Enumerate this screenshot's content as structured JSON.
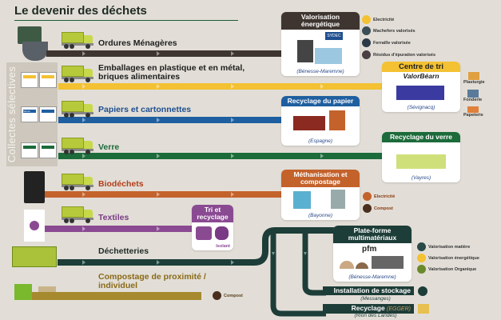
{
  "title": "Le devenir des déchets",
  "side_label": "Collectes sélectives",
  "bin_label": "Sitcom",
  "colors": {
    "om": "#3e3530",
    "emballages": "#f3c132",
    "papiers": "#1f5fa0",
    "verre": "#1c6b3a",
    "biodechets": "#c4622b",
    "textiles": "#8a4a92",
    "dechetteries": "#1d3d38",
    "compost": "#a68a2e"
  },
  "streams": {
    "om": "Ordures Ménagères",
    "emballages": "Emballages en plastique et en métal, briques alimentaires",
    "papiers": "Papiers et cartonnettes",
    "verre": "Verre",
    "biodechets": "Biodéchets",
    "textiles": "Textiles",
    "dechetteries": "Déchetteries",
    "compost": "Compostage de proximité / individuel"
  },
  "boxes": {
    "valo": {
      "title": "Valorisation énergétique",
      "location": "(Bénesse-Maremne)",
      "logo": "SYDEC"
    },
    "tri": {
      "title": "Centre de tri",
      "name": "ValorBéarn",
      "location": "(Sévignacq)"
    },
    "papier": {
      "title": "Recyclage du papier",
      "location": "(Espagne)"
    },
    "verre": {
      "title": "Recyclage du verre",
      "location": "(Vayres)"
    },
    "metha": {
      "title": "Méthanisation et compostage",
      "location": "(Bayonne)"
    },
    "textile": {
      "title": "Tri et recyclage",
      "product": "Isolant"
    },
    "pfm": {
      "title": "Plate-forme multimatériaux",
      "logo": "pfm",
      "location": "(Bénesse-Maremne)"
    },
    "stockage": {
      "title": "Installation de stockage",
      "location": "(Messanges)"
    },
    "recyclage": {
      "title": "Recyclage",
      "partner": "(EGGER)",
      "location": "(Rion des Landes)"
    }
  },
  "outputs": {
    "valo": [
      "Electricité",
      "Machefers valorisés",
      "Ferraille valorisée",
      "Résidus d'épuration valorisés"
    ],
    "tri": [
      "Plasturgie",
      "Fonderie",
      "Papeterie"
    ],
    "metha": [
      "Electricité",
      "Compost"
    ],
    "pfm": [
      "Valorisation matière",
      "Valorisation énergétique",
      "Valorisation Organique"
    ],
    "compost": "Compost"
  }
}
